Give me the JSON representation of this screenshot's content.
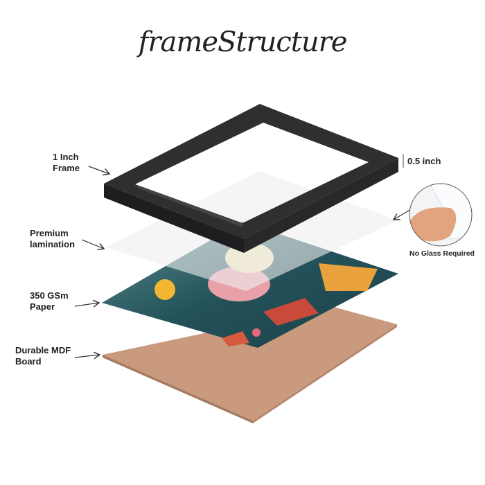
{
  "title": "frameStructure",
  "labels": {
    "frame": [
      "1 Inch",
      "Frame"
    ],
    "lamination": [
      "Premium",
      "lamination"
    ],
    "paper": [
      "350 GSm",
      "Paper"
    ],
    "board": [
      "Durable MDF",
      "Board"
    ],
    "depth": "0.5 inch",
    "no_glass": "No Glass Required"
  },
  "colors": {
    "frame": "#2b2b2d",
    "paper": "#1f4d55",
    "board": "#c99a7e",
    "lamination": "#eeeeee"
  }
}
